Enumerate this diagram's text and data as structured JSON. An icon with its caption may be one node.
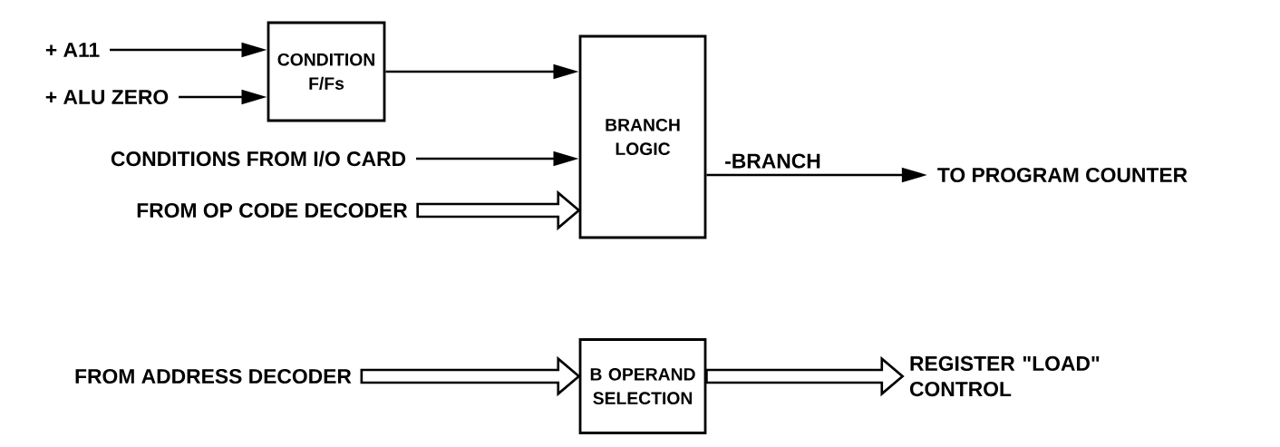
{
  "diagram": {
    "nodes": [
      {
        "text": [
          "+ A11"
        ]
      },
      {
        "text": [
          "+ ALU ZERO"
        ]
      },
      {
        "text": [
          "CONDITION F/Fs"
        ]
      },
      {
        "text": [
          "BRANCH LOGIC"
        ]
      },
      {
        "text": [
          "CONDITIONS FROM I/O CARD"
        ]
      },
      {
        "text": [
          "FROM OP CODE DECODER"
        ]
      },
      {
        "text": [
          "TO PROGRAM COUNTER"
        ]
      },
      {
        "text": [
          "FROM ADDRESS DECODER"
        ]
      },
      {
        "text": [
          "B OPERAND SELECTION"
        ]
      },
      {
        "text": [
          "REGISTER \"LOAD\" CONTROL"
        ]
      }
    ],
    "edges": [
      {
        "from": 0,
        "to": 2,
        "arrow": "to"
      },
      {
        "from": 1,
        "to": 2,
        "arrow": "to"
      },
      {
        "from": 2,
        "to": 3,
        "arrow": "to"
      },
      {
        "from": 4,
        "to": 3,
        "arrow": "to"
      },
      {
        "from": 5,
        "to": 3,
        "arrow": "to",
        "style": "thick"
      },
      {
        "from": 3,
        "to": 6,
        "arrow": "to",
        "label": "-BRANCH"
      },
      {
        "from": 7,
        "to": 8,
        "arrow": "to",
        "style": "thick"
      },
      {
        "from": 8,
        "to": 9,
        "arrow": "to",
        "style": "thick"
      }
    ]
  }
}
